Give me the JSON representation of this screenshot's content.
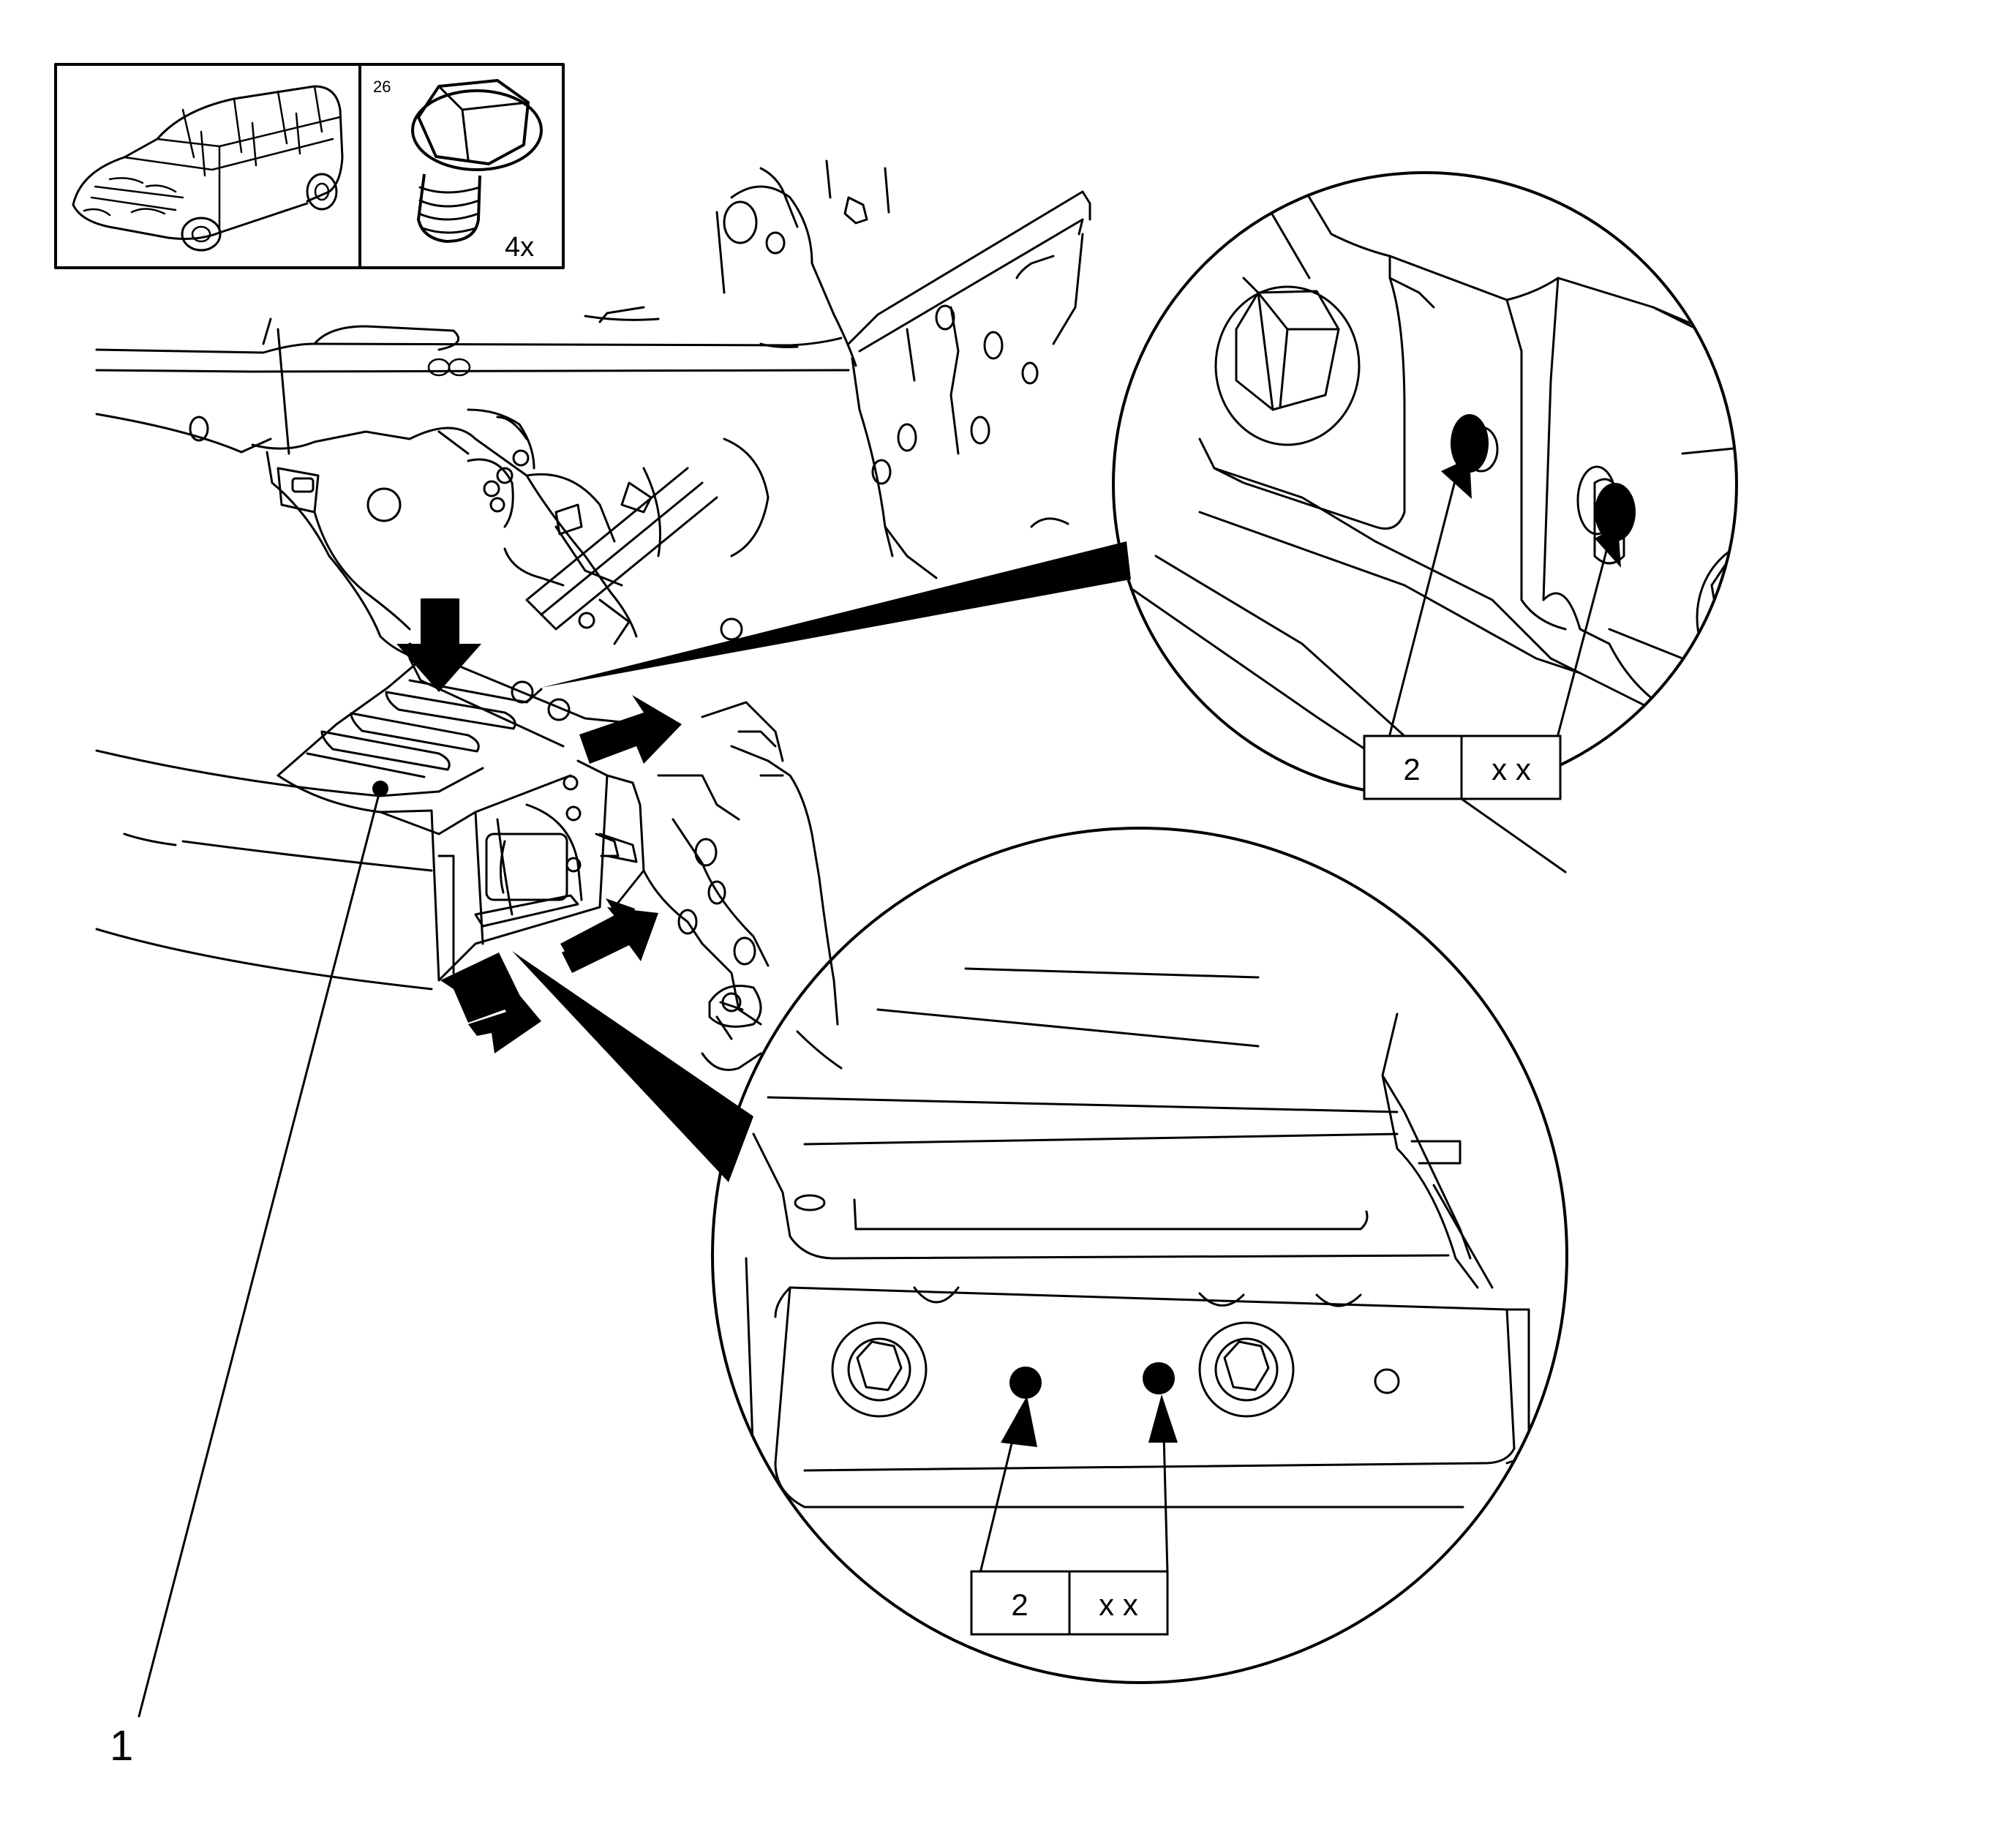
{
  "legend": {
    "part_number": "26",
    "quantity": "4x"
  },
  "callouts": {
    "main_part": "1",
    "weld_upper": {
      "count": "2",
      "code": "x x"
    },
    "weld_lower": {
      "count": "2",
      "code": "x x"
    }
  },
  "colors": {
    "line": "#000000",
    "background": "#ffffff"
  },
  "icons": {
    "vehicle": "vehicle-body-icon",
    "bolt": "flange-bolt-icon",
    "arrow": "pointer-arrow-icon"
  }
}
